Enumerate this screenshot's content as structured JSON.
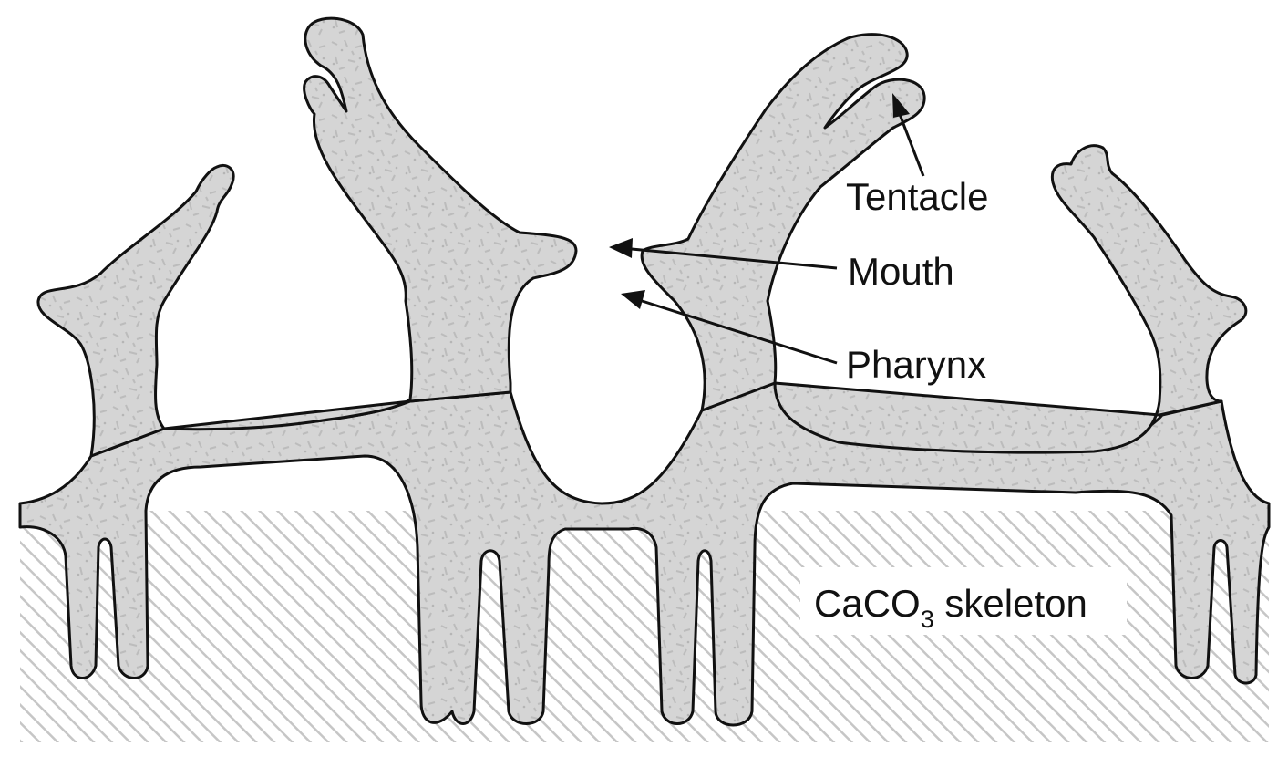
{
  "diagram": {
    "colors": {
      "tissue": "#d5d5d5",
      "tissue_speckle": "#bcbcbc",
      "outline": "#111111",
      "hatch": "#c6c6c6",
      "background": "#ffffff"
    },
    "labels": {
      "tentacle": "Tentacle",
      "mouth": "Mouth",
      "pharynx": "Pharynx",
      "skeleton_main": "CaCO",
      "skeleton_sub": "3",
      "skeleton_rest": " skeleton"
    }
  }
}
